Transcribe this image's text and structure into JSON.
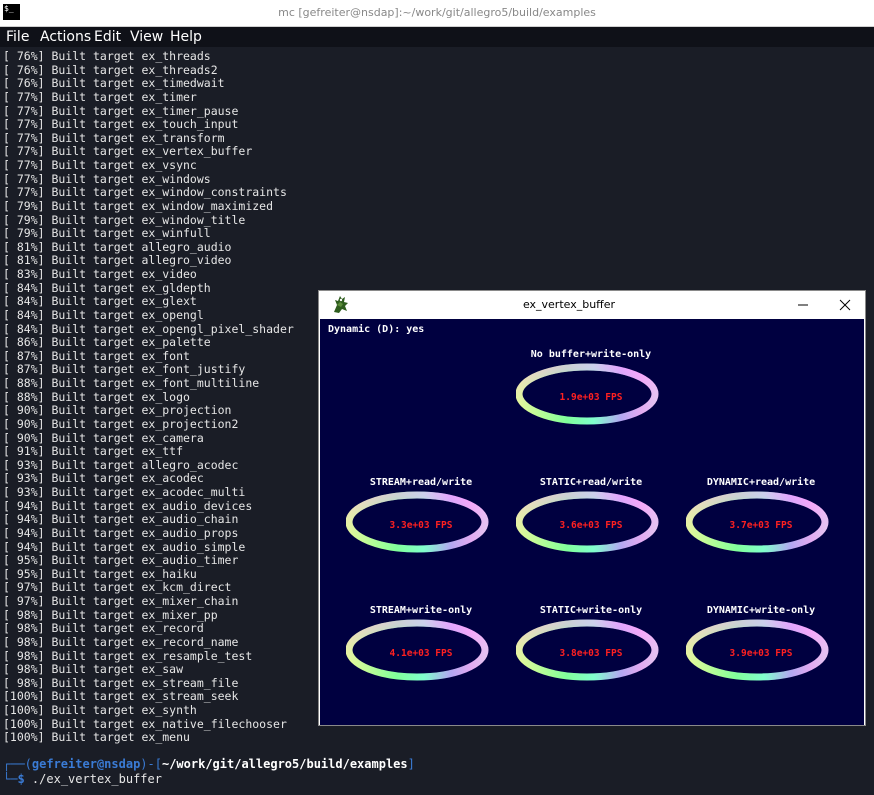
{
  "window": {
    "title": "mc [gefreiter@nsdap]:~/work/git/allegro5/build/examples",
    "icon_text": "$_"
  },
  "menu": [
    "File",
    "Actions",
    "Edit",
    "View",
    "Help"
  ],
  "terminal_lines": [
    "[ 76%] Built target ex_threads",
    "[ 76%] Built target ex_threads2",
    "[ 76%] Built target ex_timedwait",
    "[ 77%] Built target ex_timer",
    "[ 77%] Built target ex_timer_pause",
    "[ 77%] Built target ex_touch_input",
    "[ 77%] Built target ex_transform",
    "[ 77%] Built target ex_vertex_buffer",
    "[ 77%] Built target ex_vsync",
    "[ 77%] Built target ex_windows",
    "[ 77%] Built target ex_window_constraints",
    "[ 79%] Built target ex_window_maximized",
    "[ 79%] Built target ex_window_title",
    "[ 79%] Built target ex_winfull",
    "[ 81%] Built target allegro_audio",
    "[ 81%] Built target allegro_video",
    "[ 83%] Built target ex_video",
    "[ 84%] Built target ex_gldepth",
    "[ 84%] Built target ex_glext",
    "[ 84%] Built target ex_opengl",
    "[ 84%] Built target ex_opengl_pixel_shader",
    "[ 86%] Built target ex_palette",
    "[ 87%] Built target ex_font",
    "[ 87%] Built target ex_font_justify",
    "[ 88%] Built target ex_font_multiline",
    "[ 88%] Built target ex_logo",
    "[ 90%] Built target ex_projection",
    "[ 90%] Built target ex_projection2",
    "[ 90%] Built target ex_camera",
    "[ 91%] Built target ex_ttf",
    "[ 93%] Built target allegro_acodec",
    "[ 93%] Built target ex_acodec",
    "[ 93%] Built target ex_acodec_multi",
    "[ 94%] Built target ex_audio_devices",
    "[ 94%] Built target ex_audio_chain",
    "[ 94%] Built target ex_audio_props",
    "[ 94%] Built target ex_audio_simple",
    "[ 95%] Built target ex_audio_timer",
    "[ 95%] Built target ex_haiku",
    "[ 97%] Built target ex_kcm_direct",
    "[ 97%] Built target ex_mixer_chain",
    "[ 98%] Built target ex_mixer_pp",
    "[ 98%] Built target ex_record",
    "[ 98%] Built target ex_record_name",
    "[ 98%] Built target ex_resample_test",
    "[ 98%] Built target ex_saw",
    "[ 98%] Built target ex_stream_file",
    "[100%] Built target ex_stream_seek",
    "[100%] Built target ex_synth",
    "[100%] Built target ex_native_filechooser",
    "[100%] Built target ex_menu"
  ],
  "prompt": {
    "user": "gefreiter",
    "at": "@",
    "host": "nsdap",
    "path": "~/work/git/allegro5/build/examples",
    "dollar": "$",
    "command": "./ex_vertex_buffer"
  },
  "app": {
    "title": "ex_vertex_buffer",
    "dynamic_status": "Dynamic (D): yes",
    "tests": [
      {
        "label": "No buffer+write-only",
        "fps": "1.9e+03 FPS"
      },
      {
        "label": "STREAM+read/write",
        "fps": "3.3e+03 FPS"
      },
      {
        "label": "STATIC+read/write",
        "fps": "3.6e+03 FPS"
      },
      {
        "label": "DYNAMIC+read/write",
        "fps": "3.7e+03 FPS"
      },
      {
        "label": "STREAM+write-only",
        "fps": "4.1e+03 FPS"
      },
      {
        "label": "STATIC+write-only",
        "fps": "3.8e+03 FPS"
      },
      {
        "label": "DYNAMIC+write-only",
        "fps": "3.9e+03 FPS"
      }
    ]
  },
  "colors": {
    "terminal_bg": "#1a1d26",
    "prompt_blue": "#3a7bd5",
    "canvas_bg": "#000040",
    "fps_red": "#ff2020"
  }
}
